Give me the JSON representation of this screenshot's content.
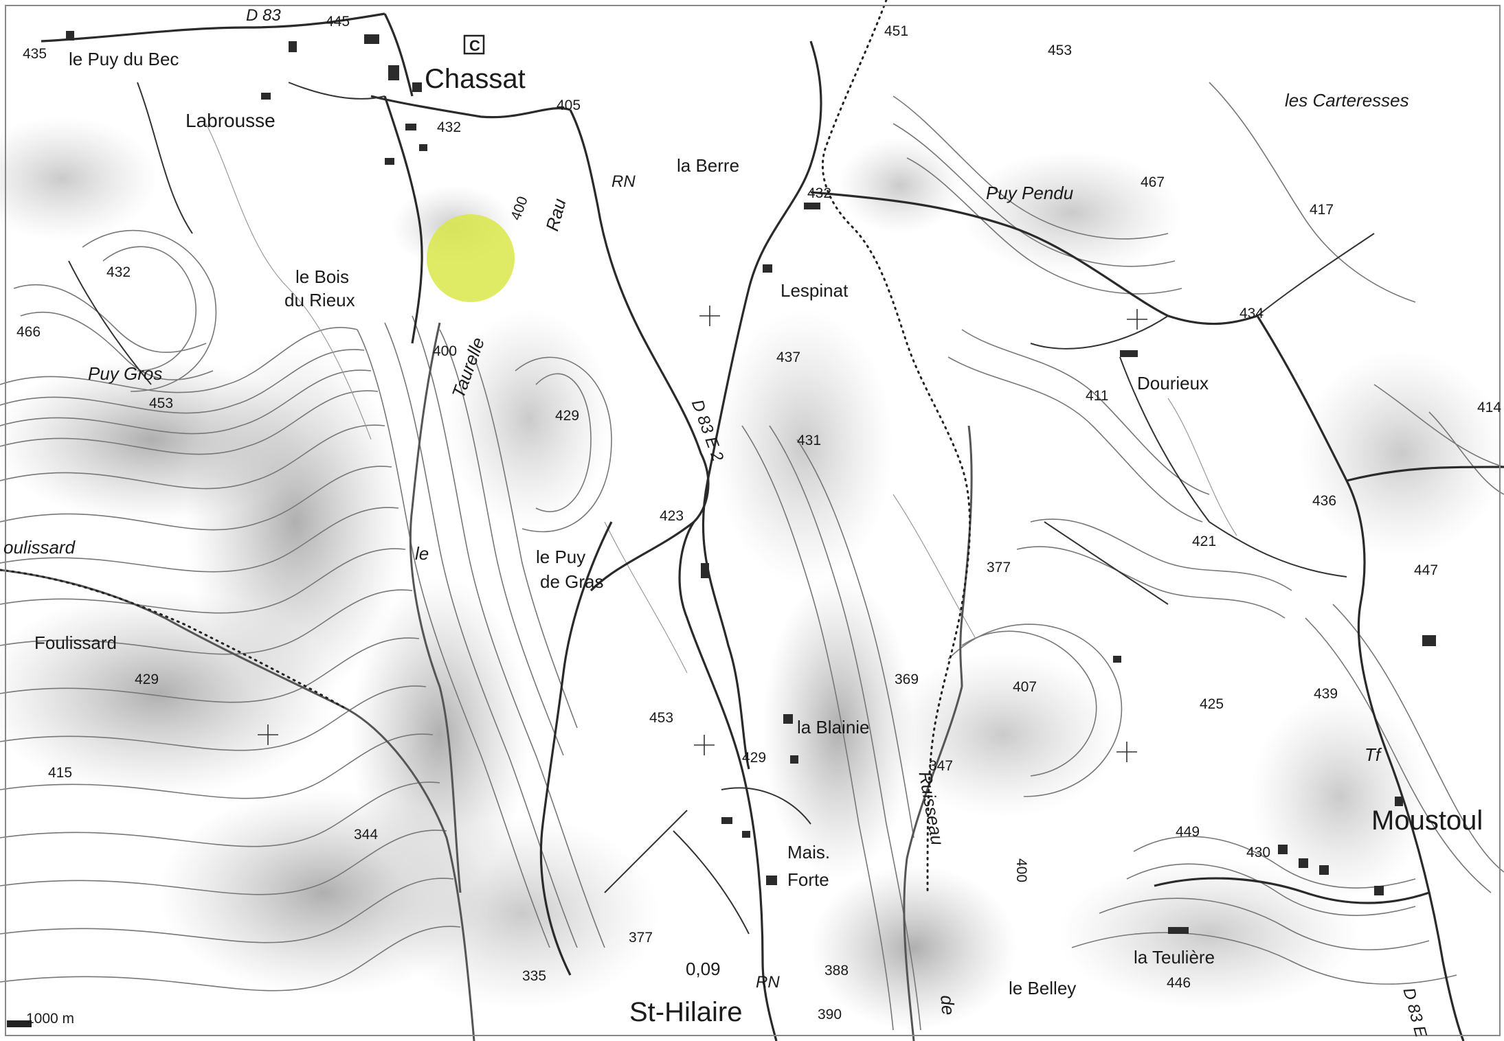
{
  "places": {
    "chassat": "Chassat",
    "labrousse": "Labrousse",
    "le_puy_du_bec": "le Puy du Bec",
    "le_bois_line1": "le Bois",
    "le_bois_line2": "du Rieux",
    "puy_gros": "Puy Gros",
    "foulissard": "Foulissard",
    "foulissard_stream": "oulissard",
    "le_puy_line1": "le Puy",
    "le_puy_line2": "de Gras",
    "la_berre": "la Berre",
    "lespinat": "Lespinat",
    "puy_pendu": "Puy Pendu",
    "les_carteresses": "les Carteresses",
    "dourieux": "Dourieux",
    "la_blainie": "la Blainie",
    "mais_forte_line1": "Mais.",
    "mais_forte_line2": "Forte",
    "st_hilaire": "St-Hilaire",
    "moustoul": "Moustoul",
    "la_teuliere": "la Teulière",
    "le_belley": "le Belley",
    "rau": "Rau",
    "ruisseau": "Ruisseau",
    "taurelle": "Taurelle",
    "tf": "Tf",
    "le": "le",
    "de": "de"
  },
  "roads": {
    "d83": "D 83",
    "d83e2": "D 83 E 2",
    "d83e": "D 83 E",
    "rn_top": "RN",
    "rn_bottom": "RN",
    "dist": "0,09"
  },
  "elevations": {
    "e435": "435",
    "e445": "445",
    "e451": "451",
    "e453a": "453",
    "e405": "405",
    "e432a": "432",
    "e432b": "432",
    "e432c": "432",
    "e466": "466",
    "e400a": "400",
    "e400b": "400",
    "e453b": "453",
    "e429a": "429",
    "e437": "437",
    "e431": "431",
    "e423": "423",
    "e467": "467",
    "e417": "417",
    "e434": "434",
    "e411": "411",
    "e414": "414",
    "e436": "436",
    "e421": "421",
    "e377a": "377",
    "e447": "447",
    "e429b": "429",
    "e369": "369",
    "e407": "407",
    "e425": "425",
    "e439": "439",
    "e453c": "453",
    "e429c": "429",
    "e347": "347",
    "e415": "415",
    "e344": "344",
    "e449": "449",
    "e430": "430",
    "e377b": "377",
    "e335": "335",
    "e388": "388",
    "e390": "390",
    "e446": "446",
    "e400c": "400"
  },
  "scale": {
    "label": "1000 m"
  },
  "symbols": {
    "camping": "C"
  },
  "highlight_color": "#dbe84a"
}
